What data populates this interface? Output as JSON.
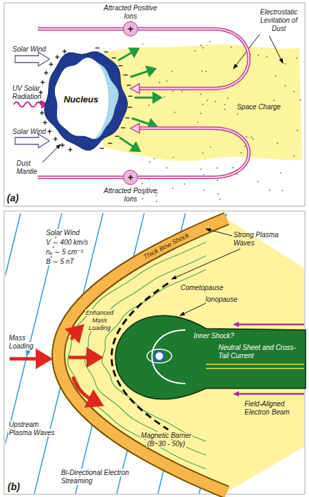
{
  "diagram": {
    "nodes": [
      {
        "text": [
          "+"
        ]
      },
      {
        "text": [
          "Nucleus"
        ]
      },
      {
        "text": [
          "+"
        ]
      }
    ],
    "edges": [
      {
        "from": 0,
        "to": 1,
        "arrow": "to"
      },
      {
        "from": 2,
        "to": 1,
        "arrow": "to"
      }
    ],
    "labels": [
      "Attracted Positive Ions",
      "Electrostatic Levitation of Dust",
      "Solar Wind",
      "UV Solar Radiation",
      "Solar Wind",
      "Space Charge",
      "Dust Mantle",
      "Attracted Positive Ions",
      "(a)",
      "Solar Wind",
      "V ∼ 400 km/s",
      "nₑ ∼ 5 cm⁻³",
      "B ∼ 5 nT",
      "Thick Bow Shock",
      "Strong Plasma Waves",
      "Cometopause",
      "Ionopause",
      "Inner Shock?",
      "Mass Loading",
      "Enhanced Mass Loading",
      "Neutral Sheet and Cross-Tail Current",
      "Field-Aligned Electron Beam",
      "Upstream Plasma Waves",
      "Magnetic Barrier (B~30 - 50γ)",
      "Bi-Directional Electron Streaming",
      "(b)"
    ]
  }
}
